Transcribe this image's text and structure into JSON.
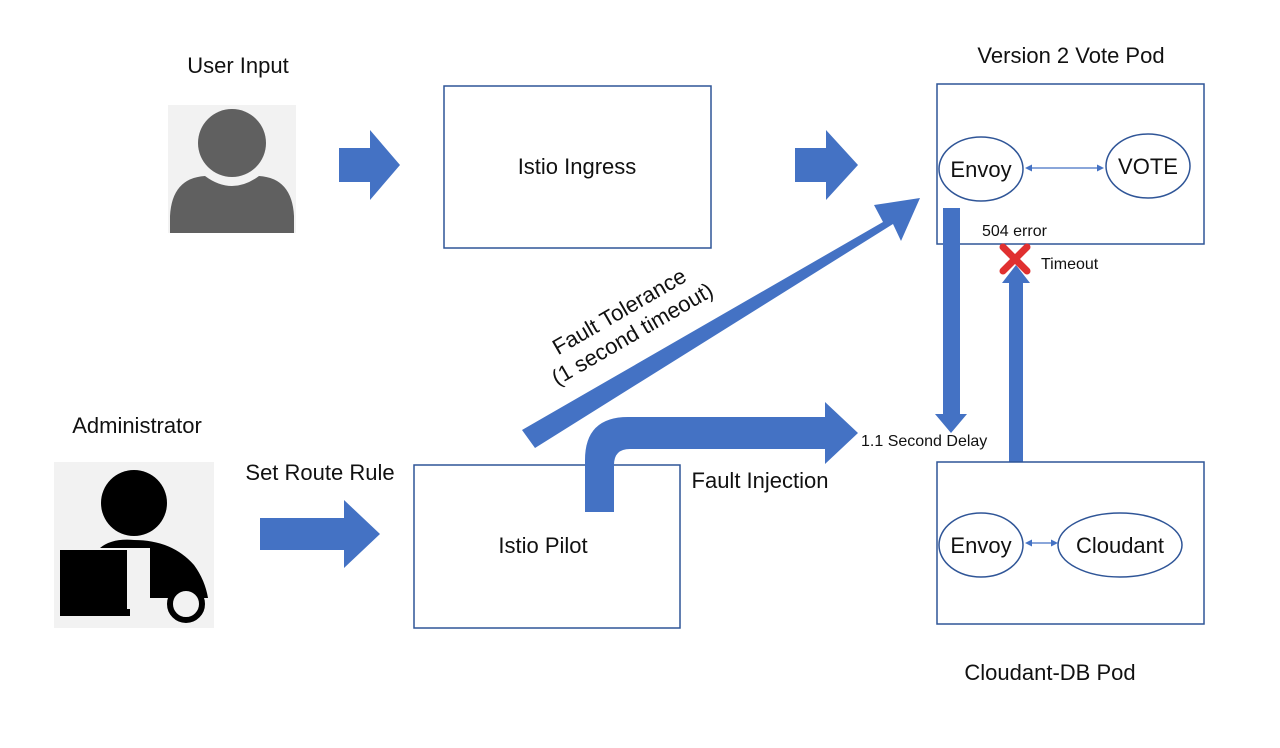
{
  "colors": {
    "arrow": "#4472C4",
    "box_border": "#2F5597",
    "text": "#111111",
    "icon_user": "#606060",
    "icon_admin": "#000000",
    "icon_bg": "#F2F2F2",
    "error_x": "#E03030"
  },
  "actors": {
    "user": {
      "label": "User Input",
      "icon": "person-icon"
    },
    "admin": {
      "label": "Administrator",
      "icon": "admin-user-icon"
    }
  },
  "boxes": {
    "ingress": {
      "label": "Istio Ingress"
    },
    "pilot": {
      "label": "Istio Pilot"
    },
    "vote_pod": {
      "title": "Version 2 Vote Pod",
      "envoy": "Envoy",
      "service": "VOTE"
    },
    "db_pod": {
      "title": "Cloudant-DB Pod",
      "envoy": "Envoy",
      "service": "Cloudant"
    }
  },
  "flows": {
    "set_route_rule": "Set Route Rule",
    "fault_tolerance_line1": "Fault Tolerance",
    "fault_tolerance_line2": "(1 second timeout)",
    "fault_injection": "Fault Injection",
    "delay": "1.1 Second Delay",
    "error": "504 error",
    "timeout": "Timeout"
  }
}
